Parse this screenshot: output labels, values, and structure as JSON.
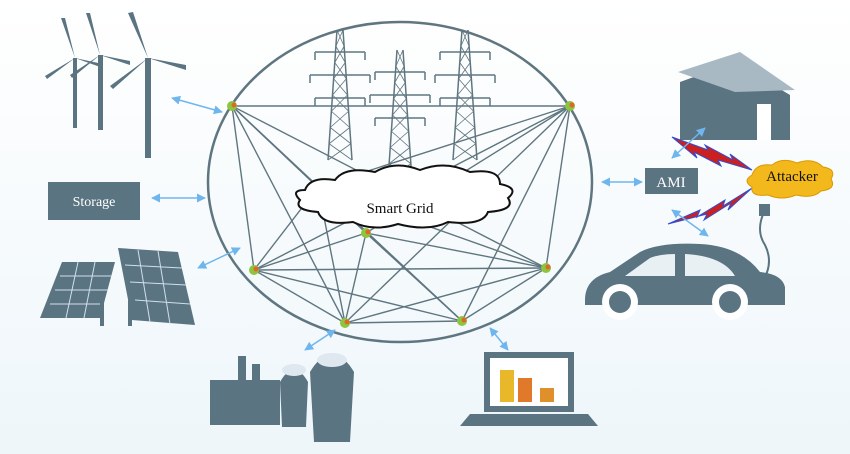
{
  "title": "Smart Grid",
  "labels": {
    "center": "Smart Grid",
    "storage": "Storage",
    "ami": "AMI",
    "attacker": "Attacker"
  },
  "colors": {
    "icon": "#5b7482",
    "arrow": "#6fb6ee",
    "bolt": "#cc1f1f",
    "attacker": "#f3b81b",
    "node": "#8cc63f"
  }
}
